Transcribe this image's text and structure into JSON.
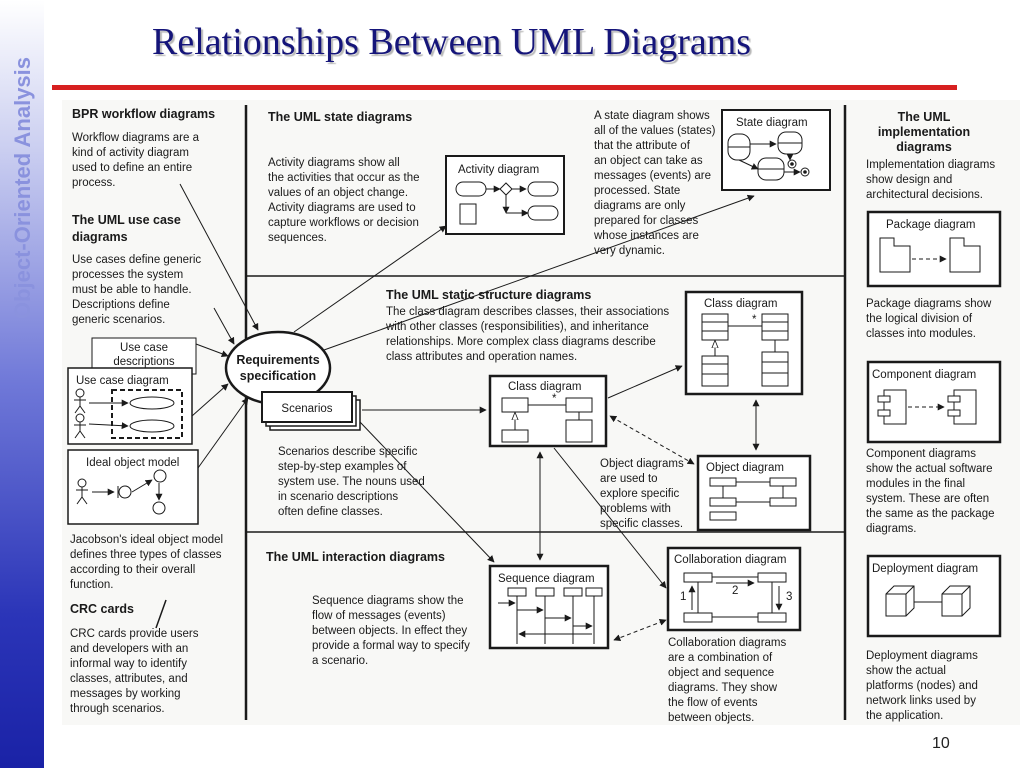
{
  "sidebar": {
    "label": "Object-Oriented Analysis"
  },
  "slide": {
    "title": "Relationships Between UML Diagrams",
    "page_number": "10"
  },
  "figure": {
    "bpr": {
      "heading": "BPR workflow diagrams",
      "body": [
        "Workflow diagrams are a",
        "kind of activity diagram",
        "used to define an entire",
        "process."
      ]
    },
    "use_case": {
      "heading": [
        "The UML use case",
        "diagrams"
      ],
      "body": [
        "Use cases define generic",
        "processes the system",
        "must be able to handle.",
        "Descriptions define",
        "generic scenarios."
      ]
    },
    "use_case_descriptions_box": [
      "Use case",
      "descriptions"
    ],
    "use_case_diagram_box": "Use case diagram",
    "ideal_object_model_box": "Ideal object model",
    "jacobson": {
      "body": [
        "Jacobson's ideal object model",
        "defines three types of classes",
        "according to their overall",
        "function."
      ]
    },
    "crc": {
      "heading": "CRC cards",
      "body": [
        "CRC cards provide users",
        "and developers with an",
        "informal way to identify",
        "classes, attributes, and",
        "messages by working",
        "through scenarios."
      ]
    },
    "requirements": {
      "label": [
        "Requirements",
        "specification"
      ]
    },
    "scenarios": {
      "label": "Scenarios",
      "body": [
        "Scenarios describe specific",
        "step-by-step examples of",
        "system use.  The nouns used",
        "in scenario descriptions",
        "often define classes."
      ]
    },
    "state_section": {
      "heading": "The UML state diagrams",
      "activity_body": [
        "Activity diagrams show all",
        "the activities that occur as the",
        "values of an object change.",
        "Activity diagrams are used to",
        "capture workflows or decision",
        "sequences."
      ],
      "activity_box": "Activity  diagram",
      "state_body": [
        "A state diagram shows",
        "all of the values (states)",
        "that the attribute of",
        "an object can take as",
        "messages (events) are",
        "processed.  State",
        "diagrams are only",
        "prepared for classes",
        "whose instances are",
        "very dynamic."
      ],
      "state_box": "State diagram"
    },
    "static_section": {
      "heading": "The UML static structure diagrams",
      "body": [
        "The class diagram describes classes, their associations",
        "with other classes (responsibilities), and inheritance",
        "relationships.  More complex class diagrams describe",
        "class attributes and operation names."
      ],
      "class_box_center": "Class diagram",
      "class_box_right": "Class diagram",
      "multiplicity": "*",
      "object_body": [
        "Object diagrams",
        "are used to",
        "explore specific",
        "problems with",
        "specific classes."
      ],
      "object_box": "Object diagram"
    },
    "interaction_section": {
      "heading": "The UML interaction diagrams",
      "sequence_box": "Sequence diagram",
      "sequence_body": [
        "Sequence diagrams show the",
        "flow of messages (events)",
        "between objects.  In effect they",
        "provide a formal way to specify",
        "a scenario."
      ],
      "collaboration_box": "Collaboration diagram",
      "collab_labels": [
        "1",
        "2",
        "3"
      ],
      "collaboration_body": [
        "Collaboration diagrams",
        "are a combination of",
        "object and sequence",
        "diagrams. They show",
        "the flow of events",
        "between objects."
      ]
    },
    "implementation": {
      "heading": [
        "The UML",
        "implementation",
        "diagrams"
      ],
      "body": [
        "Implementation diagrams",
        "show design and",
        "architectural decisions."
      ],
      "package_box": "Package diagram",
      "package_body": [
        "Package diagrams show",
        "the logical division of",
        "classes into modules."
      ],
      "component_box": "Component diagram",
      "component_body": [
        "Component diagrams",
        "show the actual software",
        "modules in the final",
        "system. These are often",
        "the same as the package",
        "diagrams."
      ],
      "deployment_box": "Deployment diagram",
      "deployment_body": [
        "Deployment diagrams",
        "show the actual",
        "platforms (nodes) and",
        "network links used by",
        "the application."
      ]
    }
  }
}
